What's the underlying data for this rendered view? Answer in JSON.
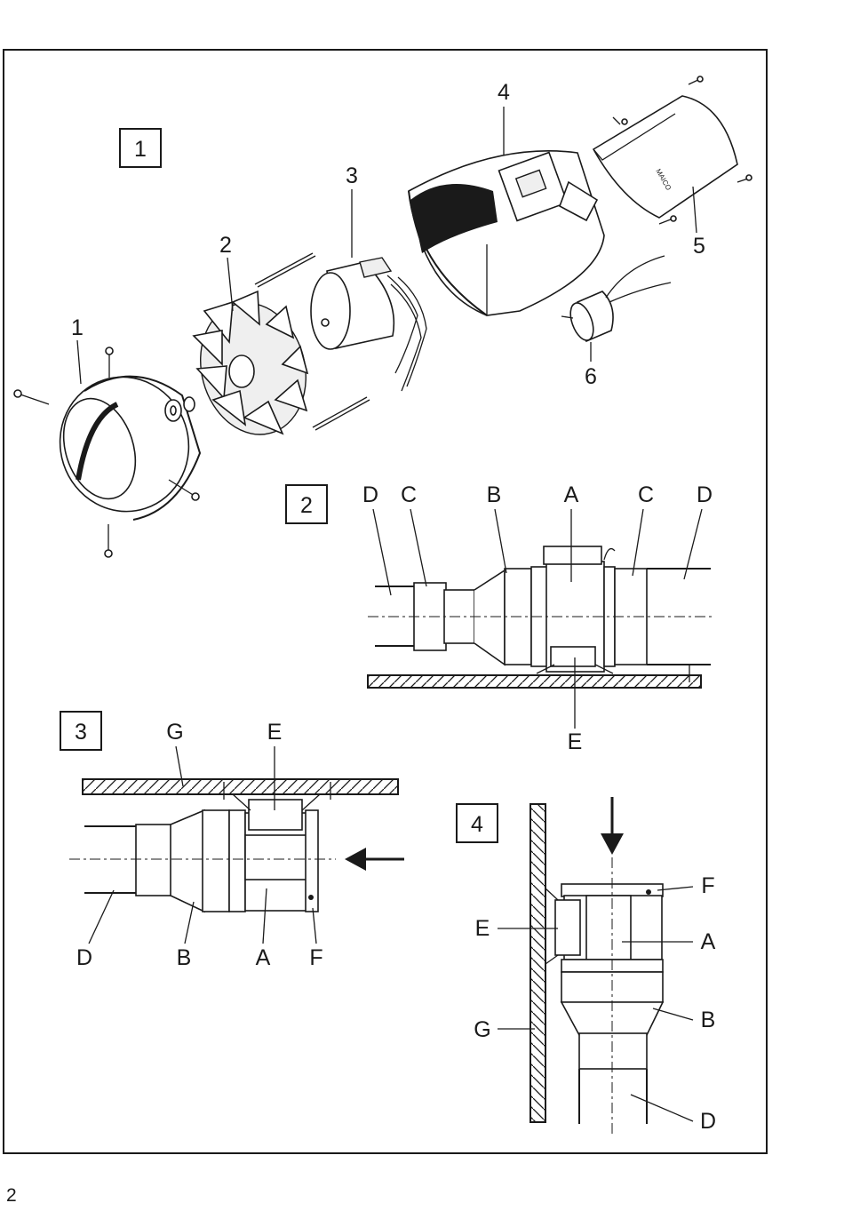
{
  "page_number": "2",
  "figures": [
    {
      "number": "1",
      "part_labels": [
        "1",
        "2",
        "3",
        "4",
        "5",
        "6"
      ]
    },
    {
      "number": "2",
      "top_labels": [
        "D",
        "C",
        "B",
        "A",
        "C",
        "D"
      ],
      "bottom_labels": [
        "E"
      ]
    },
    {
      "number": "3",
      "top_labels": [
        "G",
        "E"
      ],
      "bottom_labels": [
        "D",
        "B",
        "A",
        "F"
      ]
    },
    {
      "number": "4",
      "side_labels": [
        "E",
        "G",
        "F",
        "A",
        "B",
        "D"
      ]
    }
  ]
}
